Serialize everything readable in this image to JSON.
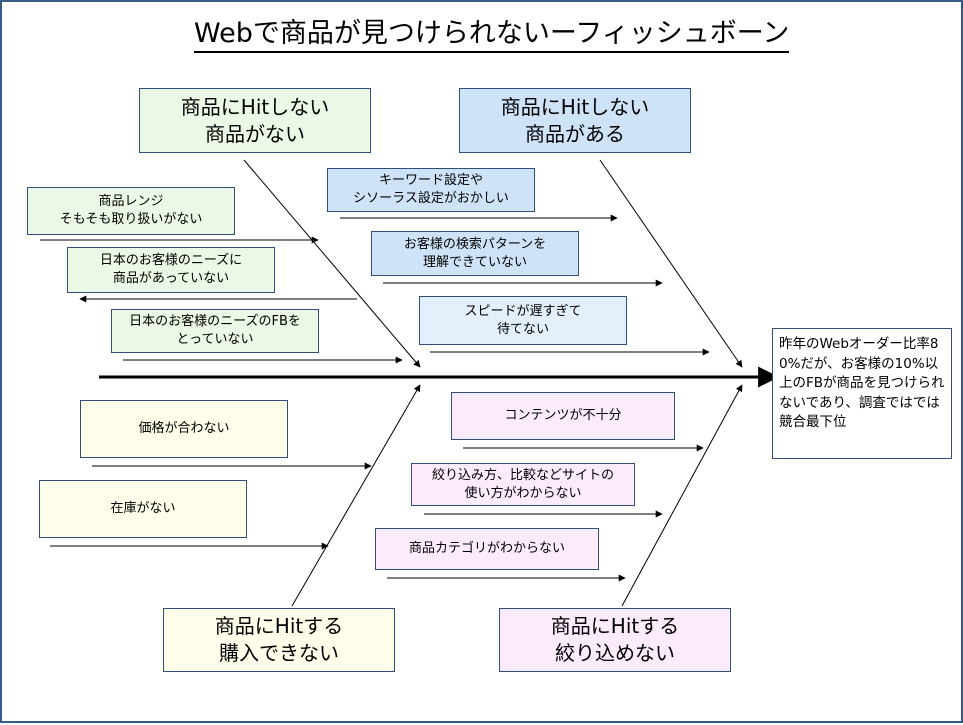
{
  "title": "Webで商品が見つけられないーフィッシュボーン",
  "effect": "昨年のWebオーダー比率80%だが、お客様の10%以上のFBが商品を見つけられないであり、調査ではでは競合最下位",
  "colors": {
    "frame": "#375a87",
    "green": "#ebf8e6",
    "blue": "#cfe3f8",
    "light_blue": "#e3effb",
    "yellow": "#fdfdea",
    "pink": "#fcebfb",
    "line": "#000000"
  },
  "categories": {
    "top_left": "商品にHitしない\n商品がない",
    "top_right": "商品にHitしない\n商品がある",
    "bottom_left": "商品にHitする\n購入できない",
    "bottom_right": "商品にHitする\n絞り込めない"
  },
  "causes": {
    "top_left": [
      "商品レンジ\nそもそも取り扱いがない",
      "日本のお客様のニーズに\n商品があっていない",
      "日本のお客様のニーズのFBを\nとっていない"
    ],
    "top_right": [
      "キーワード設定や\nシソーラス設定がおかしい",
      "お客様の検索パターンを\n理解できていない",
      "スピードが遅すぎて\n待てない"
    ],
    "bottom_left": [
      "価格が合わない",
      "在庫がない"
    ],
    "bottom_right": [
      "コンテンツが不十分",
      "絞り込み方、比較などサイトの\n使い方がわからない",
      "商品カテゴリがわからない"
    ]
  }
}
